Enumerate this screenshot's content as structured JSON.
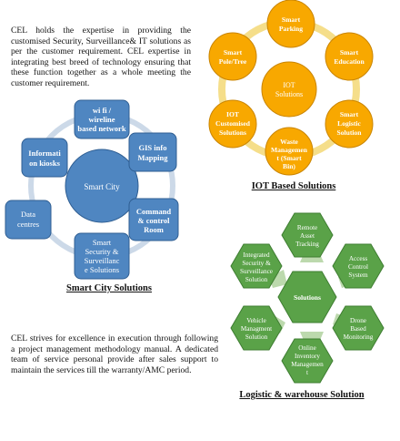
{
  "intro_text": "CEL holds the expertise in providing the customised Security, Surveillance& IT solutions as per the customer requirement. CEL expertise in integrating best breed of technology ensuring that these function together as a whole meeting the customer requirement.",
  "outro_text": "CEL strives for excellence in execution through following a project management methodology manual.  A dedicated team of service personal provide after sales support to maintain the services till the warranty/AMC period.",
  "smart_city": {
    "caption": "Smart City Solutions",
    "center": "Smart City",
    "nodes": [
      "wi fi / wireline based network",
      "GIS info Mapping",
      "Command & control Room",
      "Smart Security & Surveillance Solutions",
      "Data centres",
      "Informati on kiosks"
    ]
  },
  "iot": {
    "caption": "IOT Based Solutions",
    "center": "IOT Solutions",
    "nodes": [
      "Smart Parking",
      "Smart Education",
      "Smart Logistic Solution",
      "Waste Managemen t (Smart Bin)",
      "IOT Customised Solutions",
      "Smart Pole/Tree"
    ]
  },
  "logistics": {
    "caption": "Logistic & warehouse Solution",
    "center": "Solutions",
    "nodes": [
      "Remote Asset Tracking",
      "Access Control System",
      "Drone Based Monitoring",
      "Online Inventory Managemen t",
      "Vehicle Managment Solution",
      "Integrated Security & Surveillance Solution"
    ]
  },
  "colors": {
    "smart_city_blue": "#4f86c1",
    "iot_orange": "#f8a800",
    "iot_ring": "#f5de8a",
    "hex_green": "#5aa248",
    "hex_light": "#bcd9ad"
  }
}
